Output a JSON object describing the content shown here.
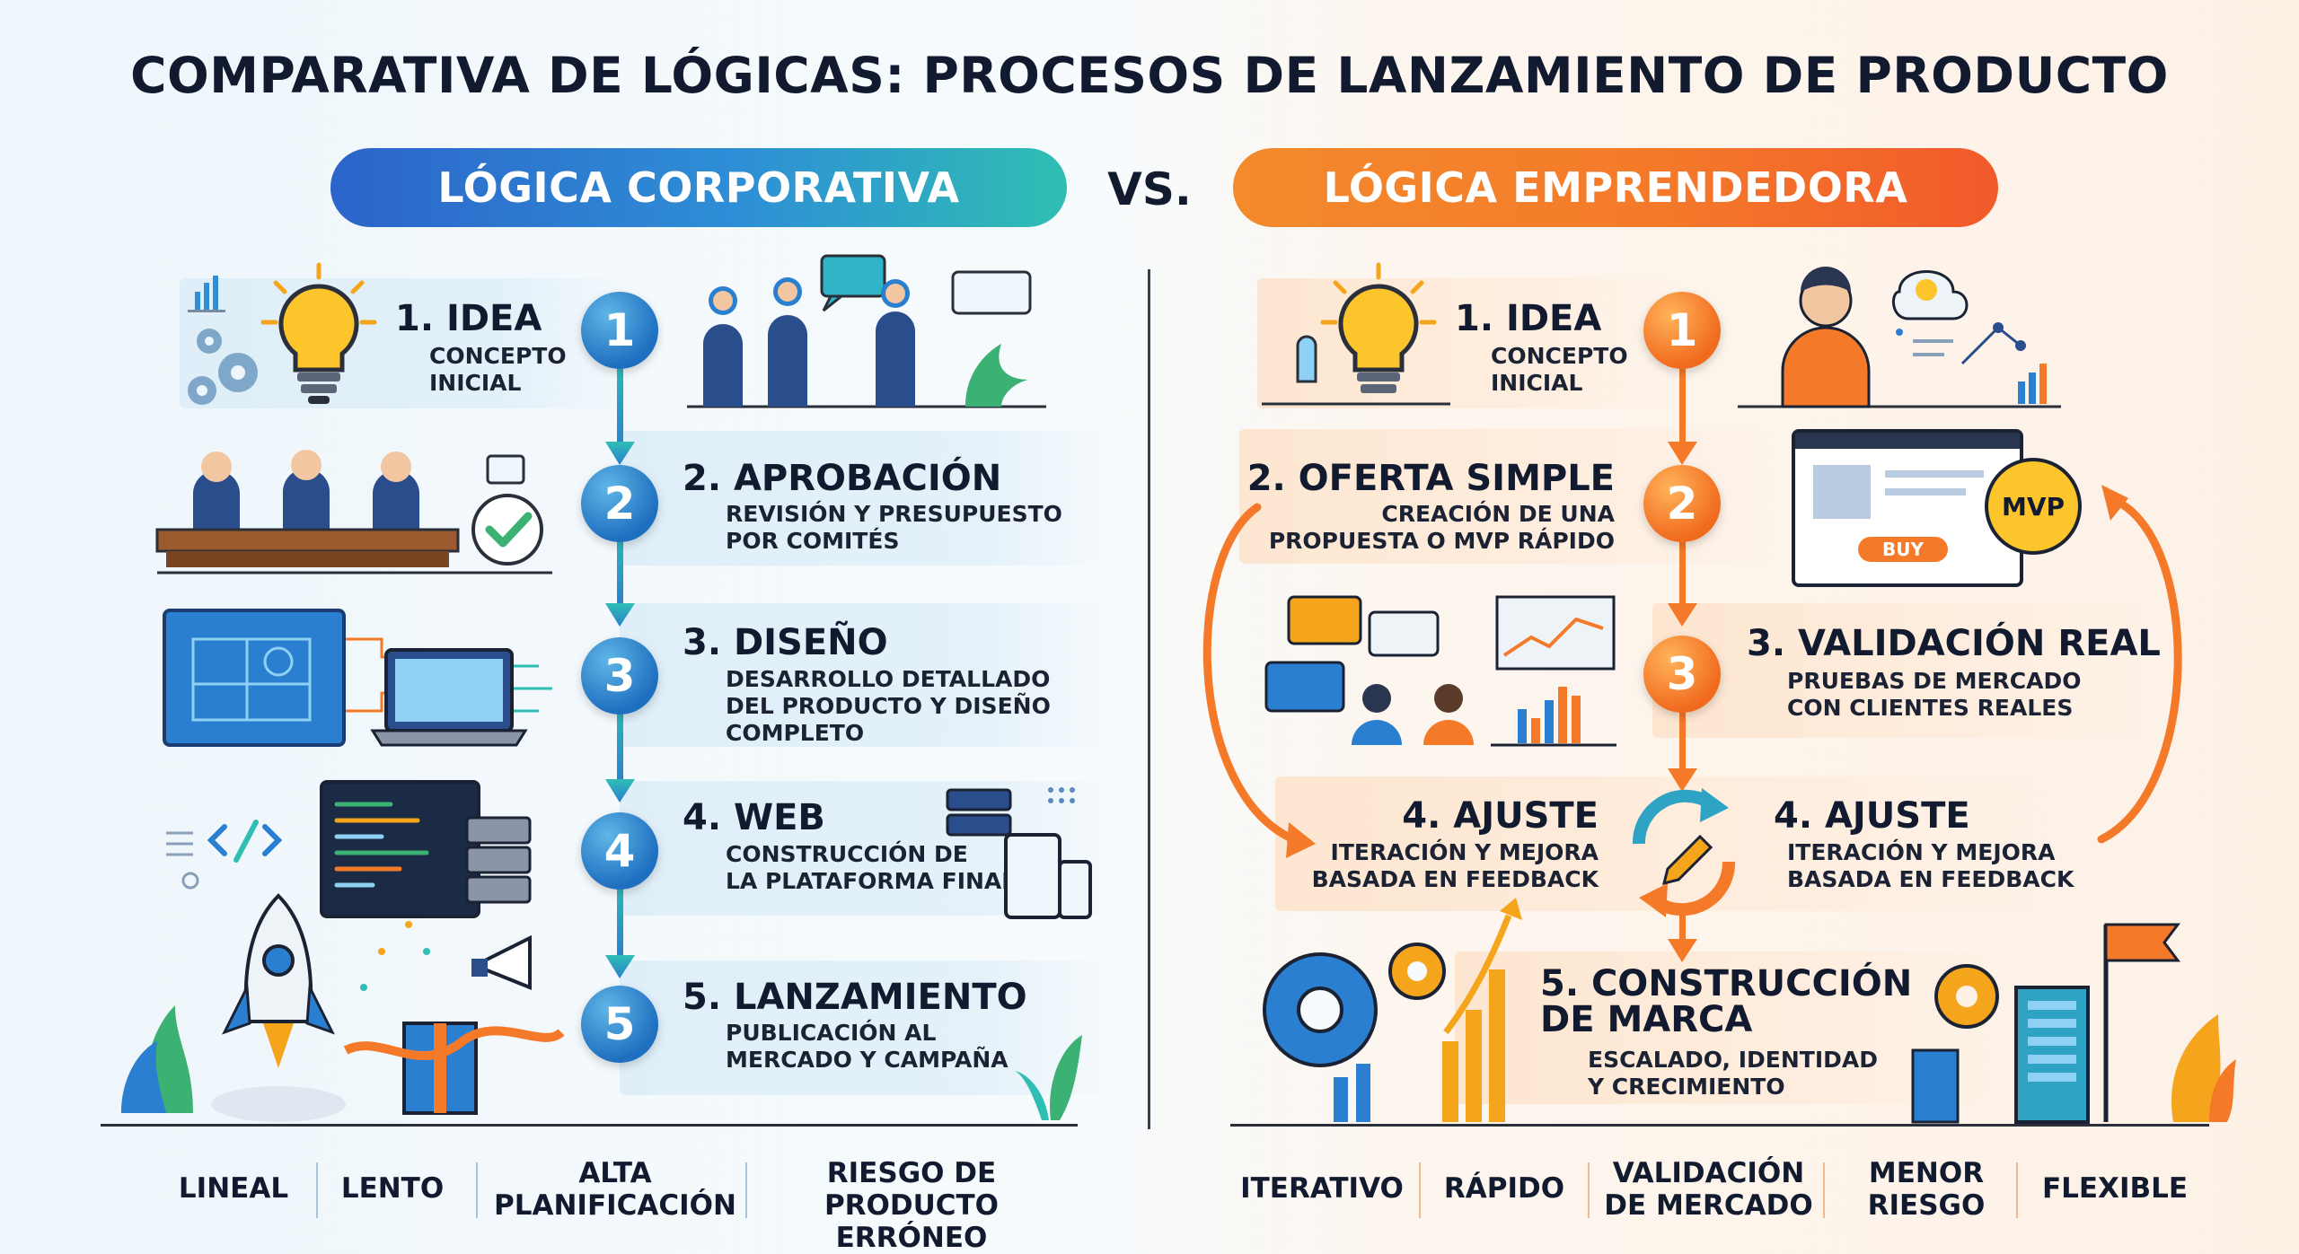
{
  "title": "COMPARATIVA DE LÓGICAS: PROCESOS DE LANZAMIENTO DE PRODUCTO",
  "vs": "VS.",
  "corporate": {
    "header": "LÓGICA CORPORATIVA",
    "steps": [
      {
        "num": "1",
        "title": "1. IDEA",
        "desc": "CONCEPTO\nINICIAL"
      },
      {
        "num": "2",
        "title": "2. APROBACIÓN",
        "desc": "REVISIÓN Y PRESUPUESTO\nPOR COMITÉS"
      },
      {
        "num": "3",
        "title": "3. DISEÑO",
        "desc": "DESARROLLO DETALLADO\nDEL PRODUCTO Y DISEÑO\nCOMPLETO"
      },
      {
        "num": "4",
        "title": "4. WEB",
        "desc": "CONSTRUCCIÓN DE\nLA PLATAFORMA FINAL"
      },
      {
        "num": "5",
        "title": "5. LANZAMIENTO",
        "desc": "PUBLICACIÓN AL\nMERCADO Y CAMPAÑA"
      }
    ],
    "traits": [
      "LINEAL",
      "LENTO",
      "ALTA\nPLANIFICACIÓN",
      "RIESGO DE\nPRODUCTO ERRÓNEO"
    ]
  },
  "entrepreneurial": {
    "header": "LÓGICA EMPRENDEDORA",
    "steps": [
      {
        "num": "1",
        "title": "1. IDEA",
        "desc": "CONCEPTO\nINICIAL"
      },
      {
        "num": "2",
        "title": "2. OFERTA SIMPLE",
        "desc": "CREACIÓN DE UNA\nPROPUESTA O MVP RÁPIDO"
      },
      {
        "num": "3",
        "title": "3. VALIDACIÓN REAL",
        "desc": "PRUEBAS DE MERCADO\nCON CLIENTES REALES"
      },
      {
        "num": "",
        "title": "4. AJUSTE",
        "desc": "ITERACIÓN Y MEJORA\nBASADA EN FEEDBACK"
      },
      {
        "num": "",
        "title": "4. AJUSTE",
        "desc": "ITERACIÓN Y MEJORA\nBASADA EN FEEDBACK"
      },
      {
        "num": "",
        "title": "5. CONSTRUCCIÓN\nDE MARCA",
        "desc": "ESCALADO, IDENTIDAD\nY CRECIMIENTO"
      }
    ],
    "mvp_badge": "MVP",
    "buy_button": "BUY",
    "traits": [
      "ITERATIVO",
      "RÁPIDO",
      "VALIDACIÓN\nDE MERCADO",
      "MENOR\nRIESGO",
      "FLEXIBLE"
    ]
  },
  "colors": {
    "blue": "#2a7fd0",
    "teal": "#2fbeb3",
    "orange": "#f47a2a",
    "text": "#111a2e"
  }
}
